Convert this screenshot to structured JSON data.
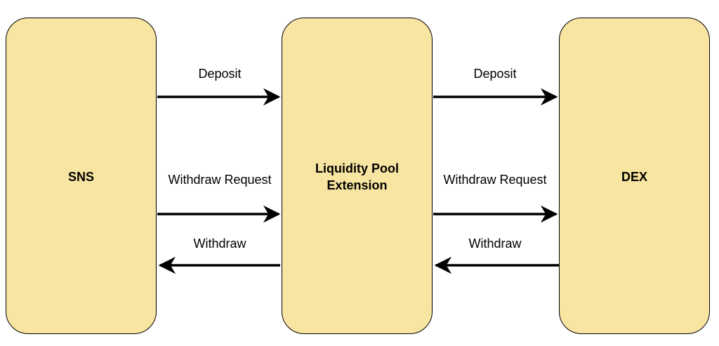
{
  "colors": {
    "node_fill": "#F8E5A1",
    "stroke": "#000000",
    "background": "#FFFFFF"
  },
  "nodes": {
    "sns": "SNS",
    "pool": "Liquidity Pool Extension",
    "dex": "DEX"
  },
  "edges": {
    "sns_pool_deposit": "Deposit",
    "sns_pool_withdraw_request": "Withdraw Request",
    "pool_sns_withdraw": "Withdraw",
    "pool_dex_deposit": "Deposit",
    "pool_dex_withdraw_request": "Withdraw Request",
    "dex_pool_withdraw": "Withdraw"
  }
}
